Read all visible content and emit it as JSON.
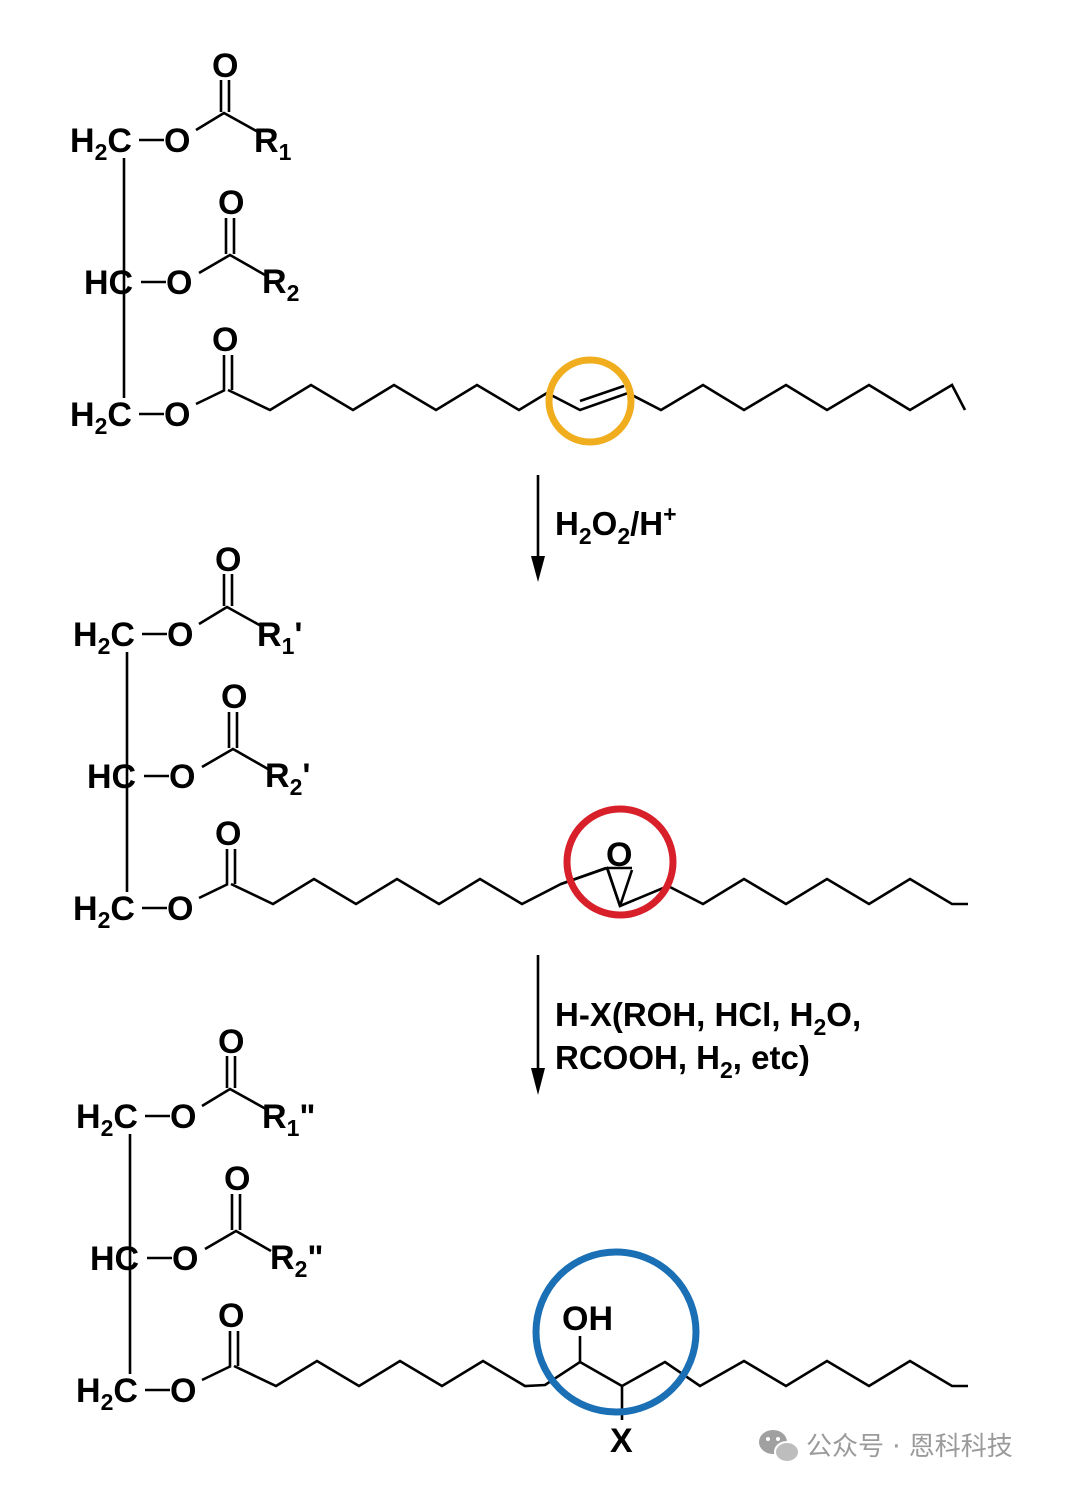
{
  "structures": [
    {
      "atoms": {
        "o": "O",
        "h": "H",
        "two": "2",
        "c": "C",
        "hc": "HC",
        "r": "R",
        "one": "1",
        "r2sub": "2"
      },
      "r1_prime": "",
      "r2_prime": ""
    },
    {
      "atoms": {
        "o": "O",
        "h": "H",
        "two": "2",
        "c": "C",
        "hc": "HC",
        "r": "R",
        "one": "1",
        "r2sub": "2"
      },
      "r1_prime": "'",
      "r2_prime": "'"
    },
    {
      "atoms": {
        "o": "O",
        "h": "H",
        "two": "2",
        "c": "C",
        "hc": "HC",
        "r": "R",
        "one": "1",
        "r2sub": "2"
      },
      "r1_prime": "\"",
      "r2_prime": "\""
    }
  ],
  "epoxide_oxygen": "O",
  "product_hydroxyl": "OH",
  "product_substituent": "X",
  "step1": {
    "h": "H",
    "sub2a": "2",
    "o": "O",
    "sub2b": "2",
    "slash_h": "/H",
    "plus": "+"
  },
  "step2": {
    "line1_pre": "H-X(ROH, HCl, H",
    "line1_sub": "2",
    "line1_post": "O,",
    "line2_pre": "RCOOH, H",
    "line2_sub": "2",
    "line2_post": ", etc)"
  },
  "highlight_colors": {
    "alkene": "#f0ad1e",
    "epoxide": "#d8202a",
    "hydroxyl": "#1a6fb5"
  },
  "watermark": {
    "icon": "wechat-icon",
    "text": "公众号 · 恩科科技"
  }
}
